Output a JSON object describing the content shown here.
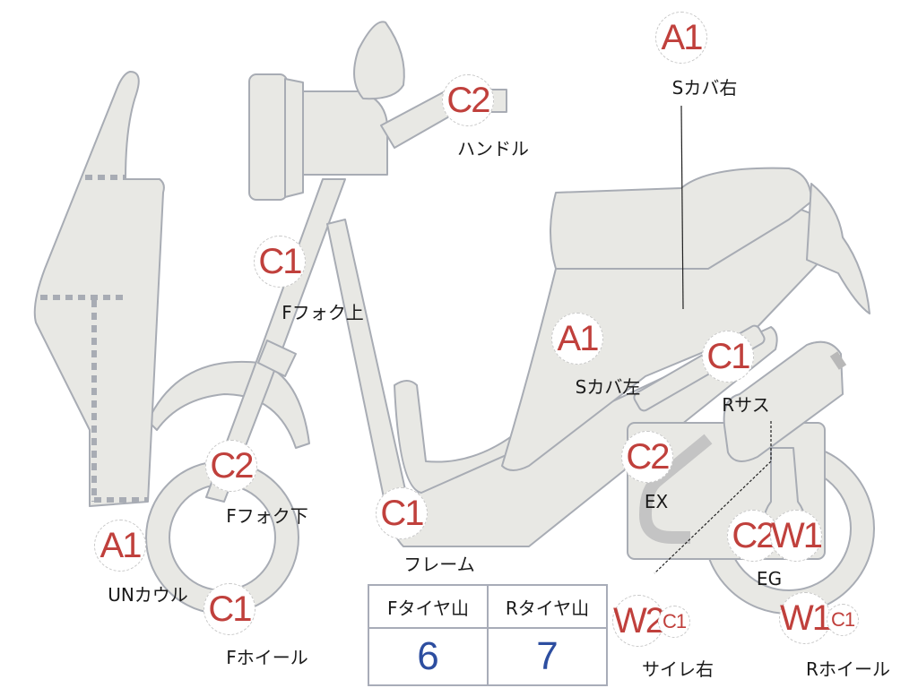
{
  "colors": {
    "grade": "#c0403c",
    "value": "#2d4ea0",
    "body_fill": "#e8e8e4",
    "body_stroke": "#a8acb4"
  },
  "parts": [
    {
      "grades": [
        "A1"
      ],
      "label": "Sカバ右"
    },
    {
      "grades": [
        "C2"
      ],
      "label": "ハンドル"
    },
    {
      "grades": [
        "C1"
      ],
      "label": "Fフォク上"
    },
    {
      "grades": [
        "A1"
      ],
      "label": "Sカバ左"
    },
    {
      "grades": [
        "C1"
      ],
      "label": "Rサス"
    },
    {
      "grades": [
        "C2"
      ],
      "label": "Fフォク下"
    },
    {
      "grades": [
        "C2"
      ],
      "label": "EX"
    },
    {
      "grades": [
        "C1"
      ],
      "label": "フレーム"
    },
    {
      "grades": [
        "A1"
      ],
      "label": "UNカウル"
    },
    {
      "grades": [
        "C2",
        "W1"
      ],
      "label": "EG"
    },
    {
      "grades": [
        "C1"
      ],
      "label": "Fホイール"
    },
    {
      "grades": [
        "W2",
        "C1"
      ],
      "label": "サイレ右"
    },
    {
      "grades": [
        "W1",
        "C1"
      ],
      "label": "Rホイール"
    }
  ],
  "tyre_table": {
    "headers": [
      "Fタイヤ山",
      "Rタイヤ山"
    ],
    "values": [
      "6",
      "7"
    ]
  }
}
